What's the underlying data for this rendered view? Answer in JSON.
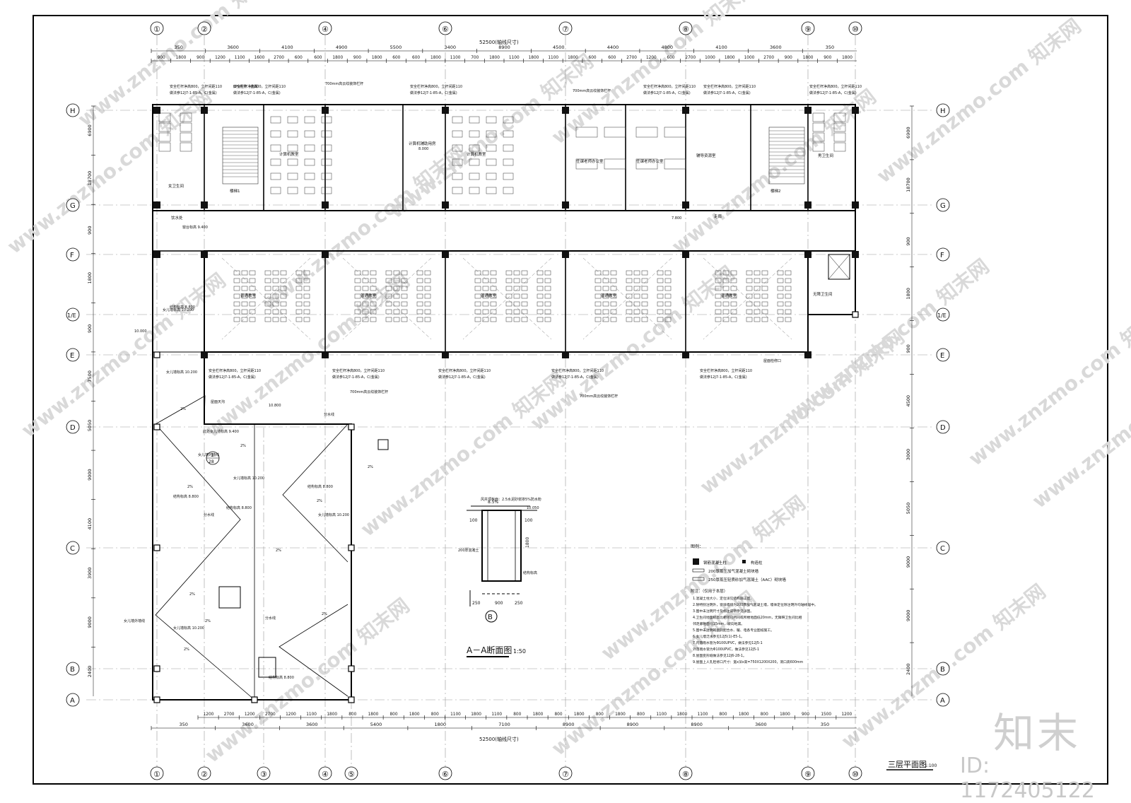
{
  "title": {
    "name": "三层平面图",
    "scale": "1:100"
  },
  "section": {
    "name": "A－A断面图",
    "scale": "1:50",
    "axis": "B",
    "note": "风井顶板面：2.5水泥砂浆掺5%防水粉",
    "dims": [
      "100",
      "8.5%",
      "100",
      "1800",
      "250",
      "900",
      "250"
    ],
    "elev": "10.050",
    "wall": "200厚混凝土",
    "struct": "结构标高"
  },
  "grid_cols": [
    "①",
    "②",
    "④",
    "⑥",
    "⑦",
    "⑧",
    "⑨",
    "⑩"
  ],
  "grid_cols_bottom": [
    "①",
    "②",
    "③",
    "④",
    "⑤",
    "⑥",
    "⑦",
    "⑧",
    "⑨",
    "⑩"
  ],
  "grid_rows": [
    "H",
    "G",
    "F",
    "1/E",
    "E",
    "D",
    "C",
    "B",
    "A"
  ],
  "dims_top_total": "52500(轴线尺寸)",
  "dims_top_1": [
    "350",
    "3600",
    "4100",
    "4900",
    "5500",
    "3400",
    "8900",
    "4500",
    "4400",
    "4800",
    "4100",
    "3600",
    "350"
  ],
  "dims_top_2": [
    "900",
    "1800",
    "900",
    "1200",
    "1100",
    "1600",
    "2700",
    "600",
    "600",
    "1800",
    "900",
    "1800",
    "600",
    "600",
    "1800",
    "1100",
    "700",
    "1800",
    "1100",
    "1800",
    "1100",
    "1800",
    "600",
    "600",
    "2700",
    "1200",
    "600",
    "2700",
    "1000",
    "1800",
    "1000",
    "2700",
    "900",
    "1800",
    "900",
    "1800"
  ],
  "dims_bottom_total": "52500(轴线尺寸)",
  "dims_bottom_1": [
    "350",
    "3600",
    "3600",
    "5400",
    "1800",
    "7100",
    "8900",
    "8900",
    "8900",
    "3600",
    "350"
  ],
  "dims_bottom_2": [
    "1200",
    "2700",
    "1200",
    "2700",
    "1200",
    "1100",
    "1800",
    "800",
    "1800",
    "800",
    "1800",
    "800",
    "1100",
    "1800",
    "1100",
    "800",
    "1800",
    "800",
    "1800",
    "800",
    "1800",
    "800",
    "1100",
    "1800",
    "1100",
    "800",
    "1800",
    "800",
    "1800",
    "900",
    "1500",
    "1200"
  ],
  "dims_left": [
    "6900",
    "18700",
    "900",
    "1800",
    "900",
    "7500",
    "5050",
    "9000",
    "4100",
    "3900",
    "9000",
    "2400"
  ],
  "dims_right": [
    "6900",
    "18700",
    "900",
    "1800",
    "900",
    "4500",
    "3000",
    "5050",
    "9000",
    "9000",
    "2400"
  ],
  "rooms": {
    "computer1": "计算机教室",
    "computer_prep": "计算机辅助用房",
    "computer2": "计算机教室",
    "office1": "任课老师办公室",
    "office2": "任课老师办公室",
    "resource": "辅导资源室",
    "stair1": "楼梯1",
    "stair2": "楼梯2",
    "toilet_f": "女卫生间",
    "toilet_m": "男卫生间",
    "toilet_b": "无障卫生间",
    "corridor": "走廊",
    "water": "饮水处",
    "class1": "普通教室",
    "class2": "普通教室",
    "class3": "普通教室",
    "class4": "普通教室",
    "class5": "普通教室"
  },
  "notes": [
    "安全栏杆净高800，立杆间距110",
    "做法参12J7-1-85-A，C(金属)",
    "700mm高云纹装饰栏杆",
    "EPS构件（金属）",
    "结构标高 8.800",
    "女儿墙标高 10.200",
    "屋面天沟",
    "分水线",
    "2%",
    "女儿墙外墙线",
    "屋面检修口",
    "窗台标高 9.400",
    "此处女儿墙标高 9.400",
    "10.800",
    "10.000",
    "7.800",
    "8.000"
  ],
  "legend": {
    "title": "图例：",
    "items": [
      "钢筋混凝土柱",
      "构造柱",
      "200厚蒸压加气混凝土砌块墙",
      "250厚蒸压轻质砂加气混凝土（AAC）砌块墙"
    ]
  },
  "notes_right_title": "附注：（仅用于本层）",
  "notes_right": [
    "1.混凝土柱大小、定位详见结构施工图。",
    "2.除特别注明外，窗垛墙均为200厚加气混凝土墙，墙体定位除注明外均轴线居中。",
    "3.图中未注明尺寸及标注说明参见详图。",
    "4.卫生间地面标高比相邻已所同或所楼地面低20mm，无障碍卫生间比相",
    "  邻走廊地面低15mm，坡向地漏。",
    "5.图中未注明的窗洞配合水、暖、电各专业图纸施工。",
    "6.女儿墙泛水参见12J5(1)-E5-1。",
    "7.内落雨水管为Φ100UPVC，做法参见12J5-1",
    "  外落雨水管为Φ100UPVC，做法参见12J5-1",
    "8.屋面变形缝做法参见12J6-28-1。",
    "9.屋面上人孔检修口尺寸：宽x深x高=750X1200X200，洞口高600mm"
  ],
  "axis_bubble": {
    "num": "1",
    "den": "28"
  },
  "brand": {
    "logo": "知末",
    "id": "ID: 1172405122",
    "watermark": "www.znzmo.com  知末网"
  }
}
